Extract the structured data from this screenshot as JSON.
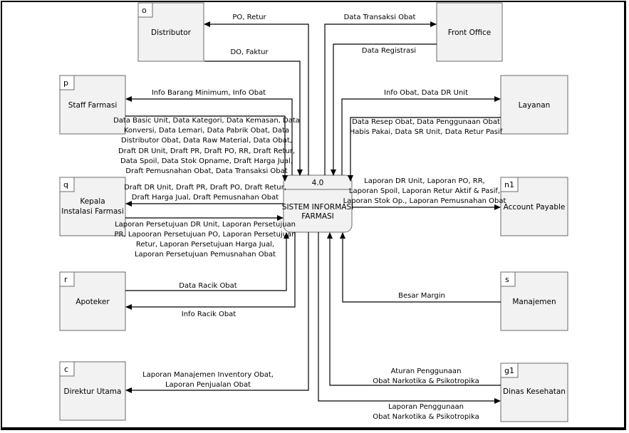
{
  "process": {
    "id": "4.0",
    "name_lines": [
      "SISTEM INFORMASI",
      "FARMASI"
    ]
  },
  "entities": [
    {
      "key": "distributor",
      "id": "o",
      "name_lines": [
        "Distributor"
      ]
    },
    {
      "key": "front_office",
      "id": "",
      "name_lines": [
        "Front Office"
      ]
    },
    {
      "key": "staff_farmasi",
      "id": "p",
      "name_lines": [
        "Staff Farmasi"
      ]
    },
    {
      "key": "layanan",
      "id": "",
      "name_lines": [
        "Layanan"
      ]
    },
    {
      "key": "kepala_instalasi",
      "id": "q",
      "name_lines": [
        "Kepala",
        "Instalasi Farmasi"
      ]
    },
    {
      "key": "account_payable",
      "id": "n1",
      "name_lines": [
        "Account Payable"
      ]
    },
    {
      "key": "apoteker",
      "id": "r",
      "name_lines": [
        "Apoteker"
      ]
    },
    {
      "key": "manajemen",
      "id": "s",
      "name_lines": [
        "Manajemen"
      ]
    },
    {
      "key": "direktur_utama",
      "id": "c",
      "name_lines": [
        "Direktur Utama"
      ]
    },
    {
      "key": "dinas_kesehatan",
      "id": "g1",
      "name_lines": [
        "Dinas Kesehatan"
      ]
    }
  ],
  "flows": [
    {
      "key": "po_retur",
      "lines": [
        "PO, Retur"
      ]
    },
    {
      "key": "do_faktur",
      "lines": [
        "DO, Faktur"
      ]
    },
    {
      "key": "data_transaksi_obat",
      "lines": [
        "Data Transaksi Obat"
      ]
    },
    {
      "key": "data_registrasi",
      "lines": [
        "Data Registrasi"
      ]
    },
    {
      "key": "info_barang_minimum",
      "lines": [
        "Info Barang Minimum, Info Obat"
      ]
    },
    {
      "key": "data_basic_unit",
      "lines": [
        "Data Basic Unit, Data Kategori, Data Kemasan, Data",
        "Konversi, Data Lemari, Data Pabrik Obat, Data",
        "Distributor Obat, Data Raw Material, Data Obat,",
        "Draft DR Unit, Draft PR, Draft PO, RR, Draft Retur,",
        "Data Spoil, Data Stok Opname, Draft Harga Jual,",
        "Draft Pemusnahan Obat, Data Transaksi Obat"
      ]
    },
    {
      "key": "info_obat_dr_unit",
      "lines": [
        "Info Obat, Data DR Unit"
      ]
    },
    {
      "key": "data_resep_obat",
      "lines": [
        "Data Resep Obat, Data Penggunaan Obat",
        "Habis Pakai, Data SR Unit, Data Retur Pasif"
      ]
    },
    {
      "key": "draft_dr_unit",
      "lines": [
        "Draft DR Unit, Draft PR, Draft PO, Draft Retur,",
        "Draft Harga Jual, Draft Pemusnahan Obat"
      ]
    },
    {
      "key": "laporan_dr_unit",
      "lines": [
        "Laporan DR Unit, Laporan PO, RR,",
        "Laporan Spoil, Laporan Retur Aktif & Pasif,",
        "Laporan Stok Op., Laporan Pemusnahan Obat"
      ]
    },
    {
      "key": "laporan_persetujuan",
      "lines": [
        "Laporan Persetujuan DR Unit, Laporan Persetujuan",
        "PR, Lapooran Persetujuan PO, Laporan Persetujuan",
        "Retur, Laporan Persetujuan Harga Jual,",
        "Laporan Persetujuan Pemusnahan Obat"
      ]
    },
    {
      "key": "data_racik_obat",
      "lines": [
        "Data Racik Obat"
      ]
    },
    {
      "key": "info_racik_obat",
      "lines": [
        "Info Racik Obat"
      ]
    },
    {
      "key": "besar_margin",
      "lines": [
        "Besar Margin"
      ]
    },
    {
      "key": "laporan_manajemen",
      "lines": [
        "Laporan Manajemen Inventory Obat,",
        "Laporan Penjualan Obat"
      ]
    },
    {
      "key": "aturan_penggunaan",
      "lines": [
        "Aturan Penggunaan",
        "Obat Narkotika & Psikotropika"
      ]
    },
    {
      "key": "laporan_penggunaan",
      "lines": [
        "Laporan Penggunaan",
        "Obat Narkotika & Psikotropika"
      ]
    }
  ]
}
